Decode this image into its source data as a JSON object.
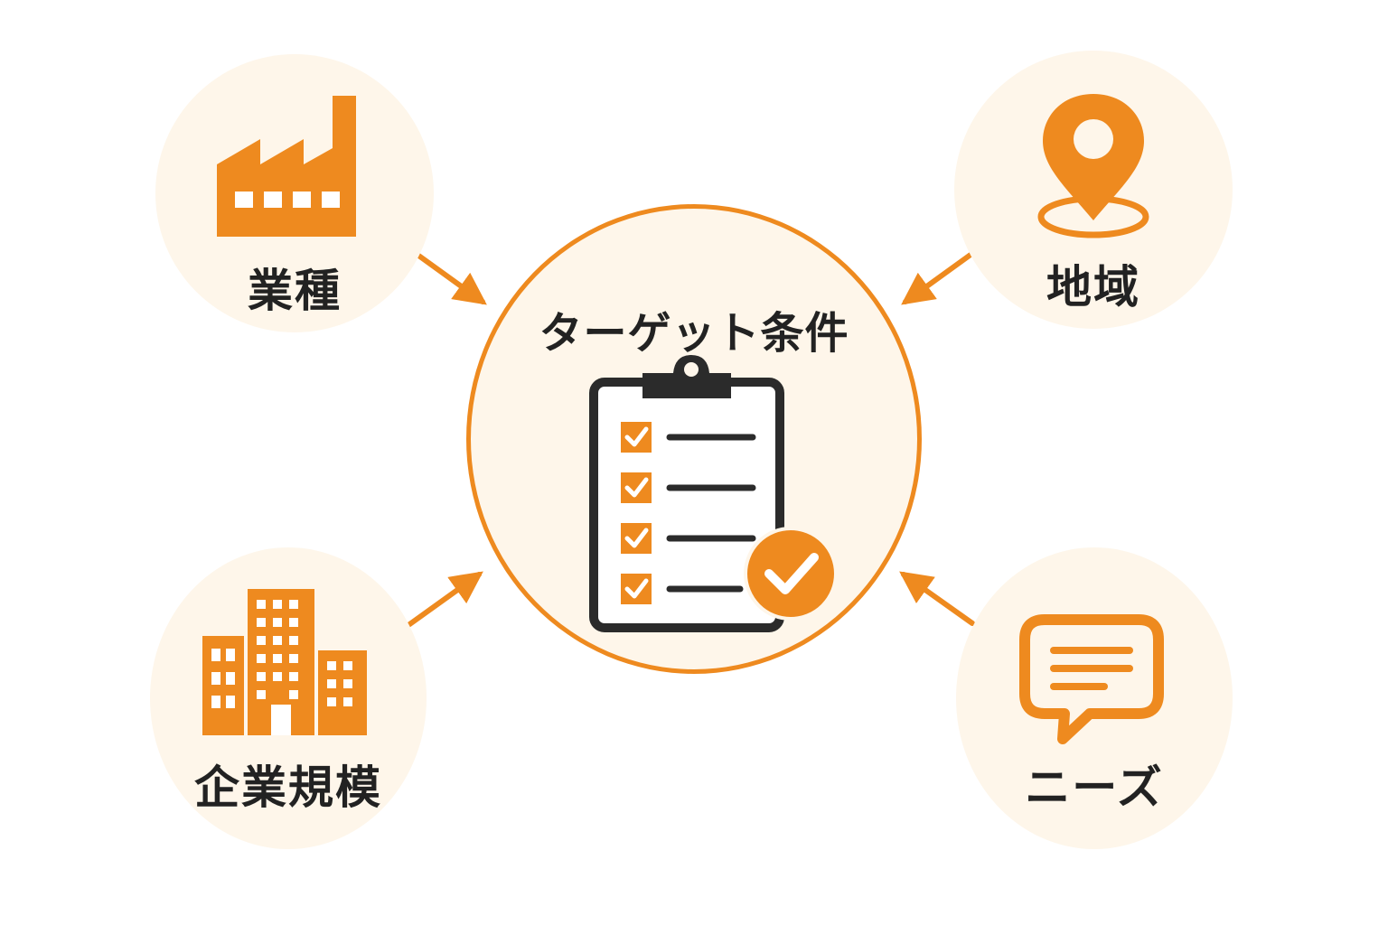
{
  "center": {
    "title": "ターゲット条件",
    "icon": "clipboard-checklist-icon"
  },
  "nodes": [
    {
      "id": "industry",
      "label": "業種",
      "icon": "factory-icon"
    },
    {
      "id": "region",
      "label": "地域",
      "icon": "map-pin-icon"
    },
    {
      "id": "size",
      "label": "企業規模",
      "icon": "buildings-icon"
    },
    {
      "id": "needs",
      "label": "ニーズ",
      "icon": "chat-bubble-icon"
    }
  ],
  "colors": {
    "accent": "#ee8a1f",
    "circle_fill": "#fef6ea",
    "text": "#222222",
    "icon_dark": "#2b2b2b"
  }
}
